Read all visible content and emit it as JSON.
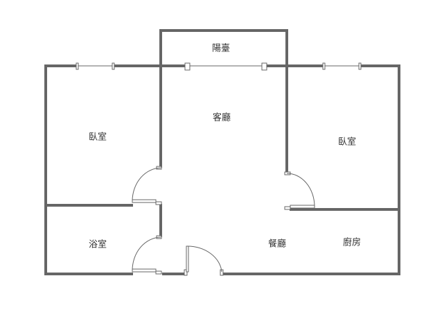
{
  "title": "Floor plan",
  "rooms": {
    "balcony": "陽臺",
    "living_room": "客廳",
    "bedroom_left": "臥室",
    "bedroom_right": "臥室",
    "bathroom": "浴室",
    "dining_room": "餐廳",
    "kitchen": "廚房"
  },
  "colors": {
    "wall": "#666666",
    "line": "#666666",
    "background": "#ffffff"
  }
}
